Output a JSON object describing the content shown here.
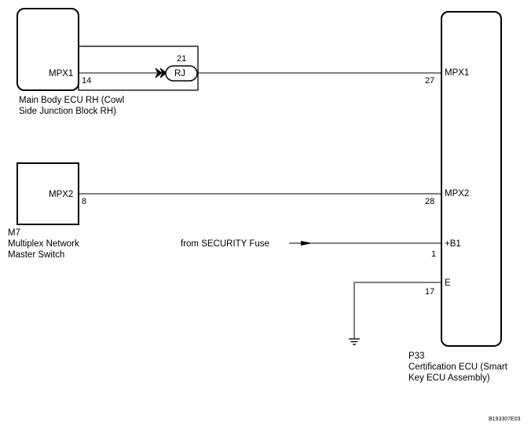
{
  "main_body_ecu": {
    "terminal": "MPX1",
    "pin": "14",
    "caption_line1": "Main Body ECU RH (Cowl",
    "caption_line2": "Side Junction Block RH)"
  },
  "junction_connector": {
    "label": "RJ",
    "pin": "21"
  },
  "multiplex_switch": {
    "terminal": "MPX2",
    "pin": "8",
    "code": "M7",
    "caption_line1": "Multiplex Network",
    "caption_line2": "Master Switch"
  },
  "certification_ecu": {
    "code": "P33",
    "caption_line1": "Certification ECU (Smart",
    "caption_line2": "Key ECU Assembly)",
    "terminals": [
      {
        "label": "MPX1",
        "pin": "27"
      },
      {
        "label": "MPX2",
        "pin": "28"
      },
      {
        "label": "+B1",
        "pin": "1"
      },
      {
        "label": "E",
        "pin": "17"
      }
    ]
  },
  "fuse_source": "from SECURITY Fuse",
  "figure_ref": "B193307E03"
}
